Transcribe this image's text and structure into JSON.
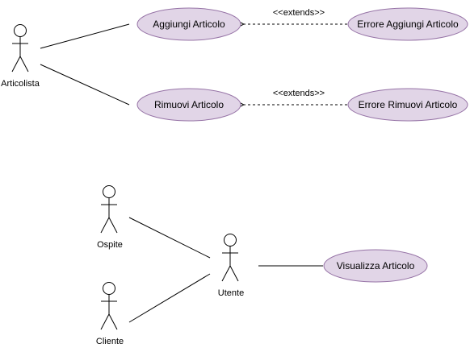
{
  "colors": {
    "use_case_fill": "#e1d5e7",
    "use_case_stroke": "#9673a6",
    "line": "#000000"
  },
  "actors": {
    "articolista": "Articolista",
    "ospite": "Ospite",
    "cliente": "Cliente",
    "utente": "Utente"
  },
  "use_cases": {
    "aggiungi": "Aggiungi Articolo",
    "errore_aggiungi": "Errore Aggiungi Articolo",
    "rimuovi": "Rimuovi Articolo",
    "errore_rimuovi": "Errore Rimuovi Articolo",
    "visualizza": "Visualizza Articolo"
  },
  "relations": {
    "extends_top": "<<extends>>",
    "extends_bottom": "<<extends>>"
  }
}
